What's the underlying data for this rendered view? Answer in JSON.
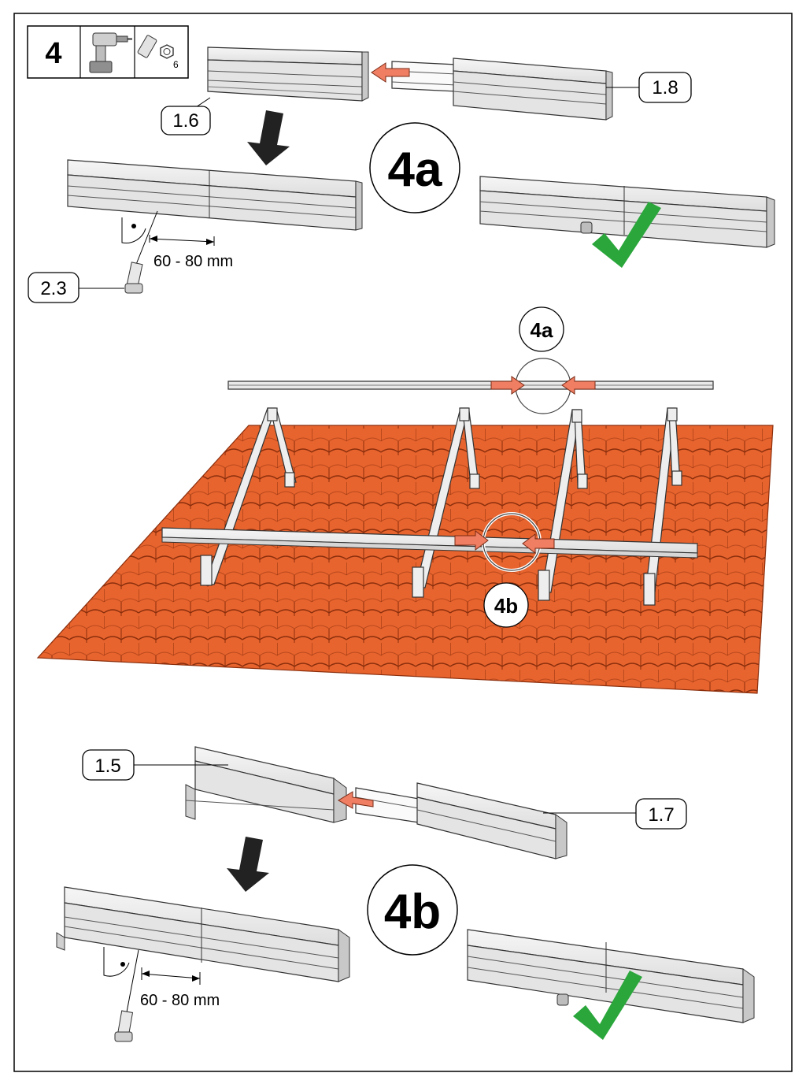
{
  "step": {
    "number": "4",
    "tools": [
      {
        "name": "cordless-drill-icon"
      },
      {
        "name": "hex-socket-icon",
        "size": "6"
      }
    ]
  },
  "callouts": {
    "part_1_6": "1.6",
    "part_1_8": "1.8",
    "part_2_3": "2.3",
    "part_1_5": "1.5",
    "part_1_7": "1.7"
  },
  "detail_labels": {
    "detail_a_big": "4a",
    "detail_a_small": "4a",
    "detail_b_small": "4b",
    "detail_b_big": "4b"
  },
  "dimensions": {
    "upper": "60 - 80 mm",
    "lower": "60 - 80 mm"
  },
  "colors": {
    "roof_tile": "#e8642e",
    "tile_line": "#8a2e0c",
    "arrow_accent": "#ef7e63",
    "check_green": "#2aa63b",
    "rail_fill": "#eeeeee",
    "frame": "#000000"
  }
}
